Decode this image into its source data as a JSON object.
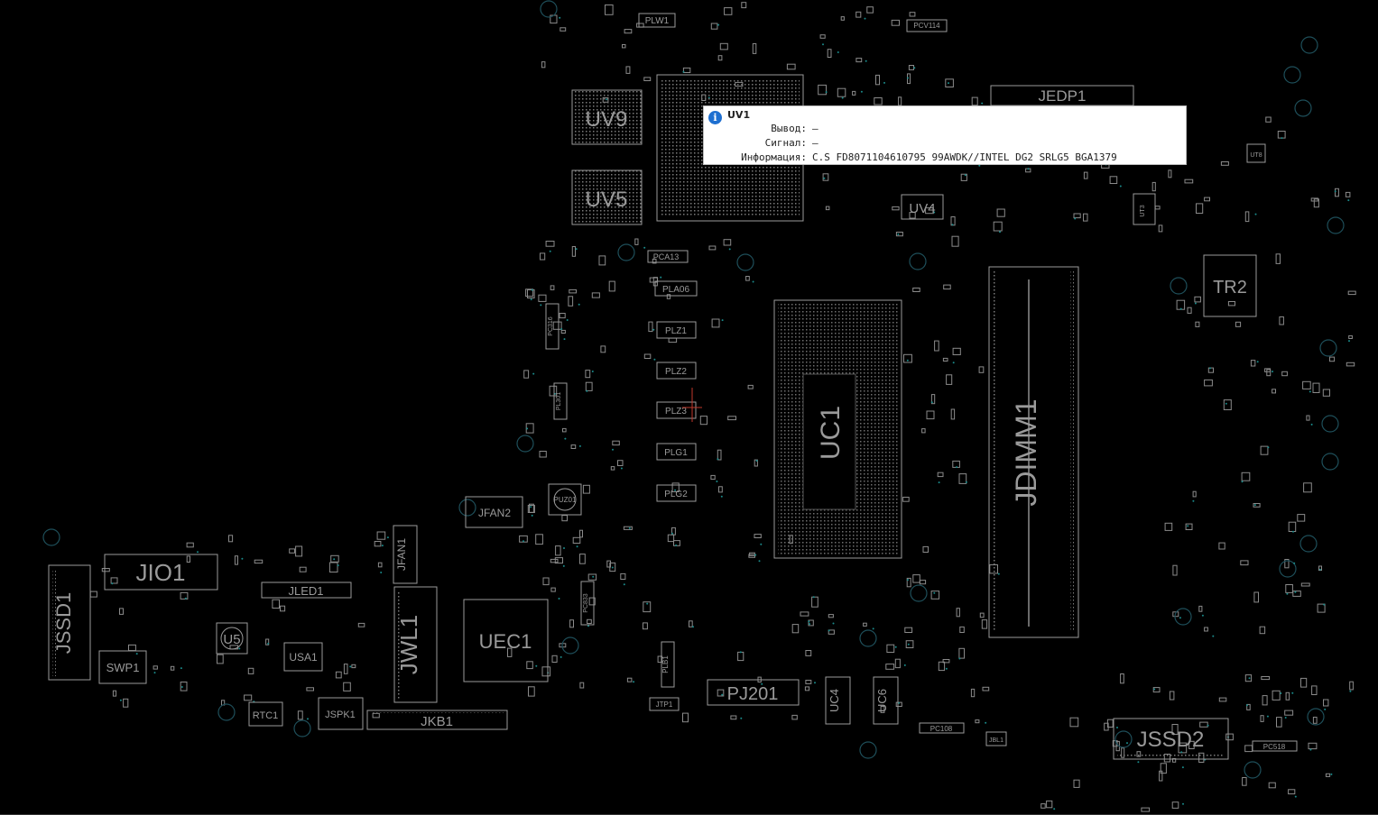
{
  "tooltip": {
    "icon": "info-icon",
    "title": "UV1",
    "rows": [
      {
        "key": "Вывод:",
        "value": "—"
      },
      {
        "key": "Сигнал:",
        "value": "—"
      },
      {
        "key": "Информация:",
        "value": "C.S FD8071104610795 99AWDK//INTEL DG2 SRLG5 BGA1379"
      }
    ]
  },
  "components": [
    {
      "ref": "UV9"
    },
    {
      "ref": "UV5"
    },
    {
      "ref": "JEDP1"
    },
    {
      "ref": "UV4"
    },
    {
      "ref": "TR2"
    },
    {
      "ref": "UC1"
    },
    {
      "ref": "JDIMM1"
    },
    {
      "ref": "JSSD1"
    },
    {
      "ref": "JIO1"
    },
    {
      "ref": "JLED1"
    },
    {
      "ref": "U5"
    },
    {
      "ref": "USA1"
    },
    {
      "ref": "SWP1"
    },
    {
      "ref": "RTC1"
    },
    {
      "ref": "JSPK1"
    },
    {
      "ref": "JKB1"
    },
    {
      "ref": "JWL1"
    },
    {
      "ref": "UEC1"
    },
    {
      "ref": "JFAN1"
    },
    {
      "ref": "JFAN2"
    },
    {
      "ref": "PUZ01"
    },
    {
      "ref": "PLZ1"
    },
    {
      "ref": "PLZ2"
    },
    {
      "ref": "PLZ3"
    },
    {
      "ref": "PLG1"
    },
    {
      "ref": "PLG2"
    },
    {
      "ref": "PLA06"
    },
    {
      "ref": "PCA13"
    },
    {
      "ref": "PLW1"
    },
    {
      "ref": "PCV114"
    },
    {
      "ref": "PJ201"
    },
    {
      "ref": "UC4"
    },
    {
      "ref": "UC6"
    },
    {
      "ref": "JSSD2"
    },
    {
      "ref": "PC108"
    },
    {
      "ref": "PC518"
    },
    {
      "ref": "JBL1"
    },
    {
      "ref": "UT8"
    },
    {
      "ref": "UT3"
    },
    {
      "ref": "JTP1"
    },
    {
      "ref": "PLB1"
    },
    {
      "ref": "PC316"
    },
    {
      "ref": "PL301"
    },
    {
      "ref": "PC833"
    }
  ]
}
